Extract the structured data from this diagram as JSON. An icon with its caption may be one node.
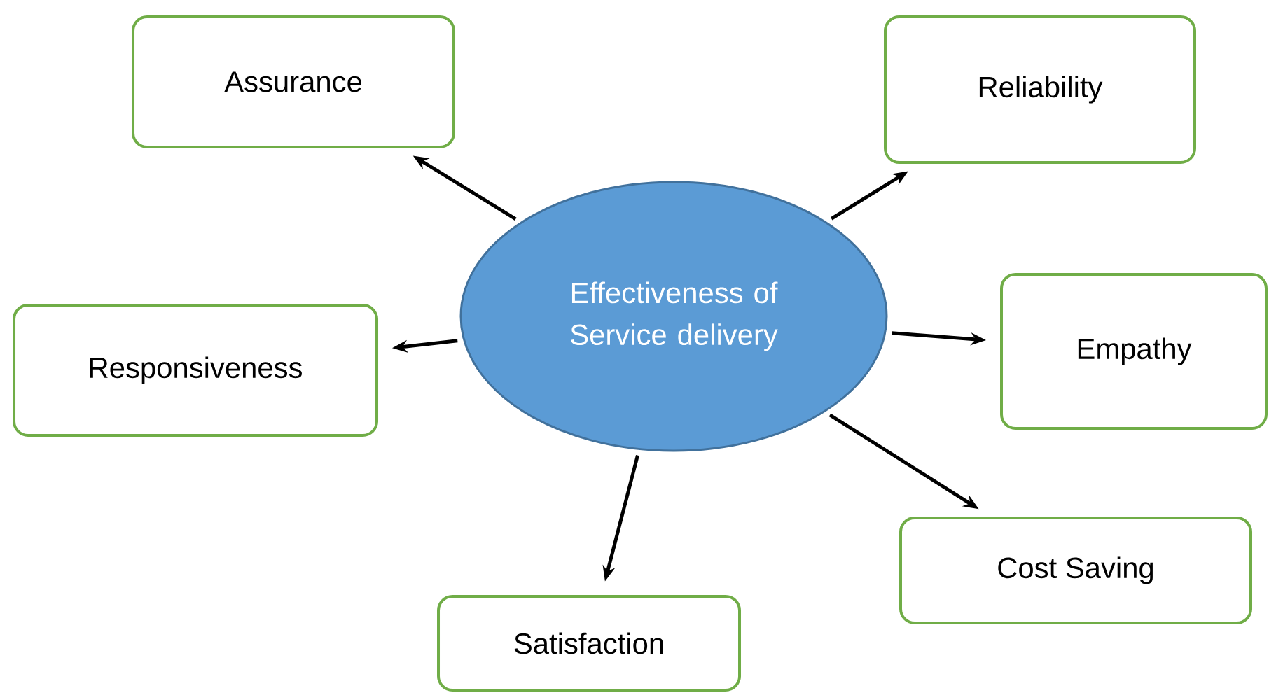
{
  "diagram": {
    "nodes": [
      {
        "text": [
          "Effectiveness of Service delivery"
        ]
      },
      {
        "text": [
          "Assurance"
        ]
      },
      {
        "text": [
          "Reliability"
        ]
      },
      {
        "text": [
          "Responsiveness"
        ]
      },
      {
        "text": [
          "Empathy"
        ]
      },
      {
        "text": [
          "Satisfaction"
        ]
      },
      {
        "text": [
          "Cost Saving"
        ]
      }
    ],
    "edges": [
      {
        "from": 0,
        "to": 1,
        "arrow": "to"
      },
      {
        "from": 0,
        "to": 2,
        "arrow": "to"
      },
      {
        "from": 0,
        "to": 3,
        "arrow": "to"
      },
      {
        "from": 0,
        "to": 4,
        "arrow": "to"
      },
      {
        "from": 0,
        "to": 5,
        "arrow": "to"
      },
      {
        "from": 0,
        "to": 6,
        "arrow": "to"
      }
    ]
  }
}
